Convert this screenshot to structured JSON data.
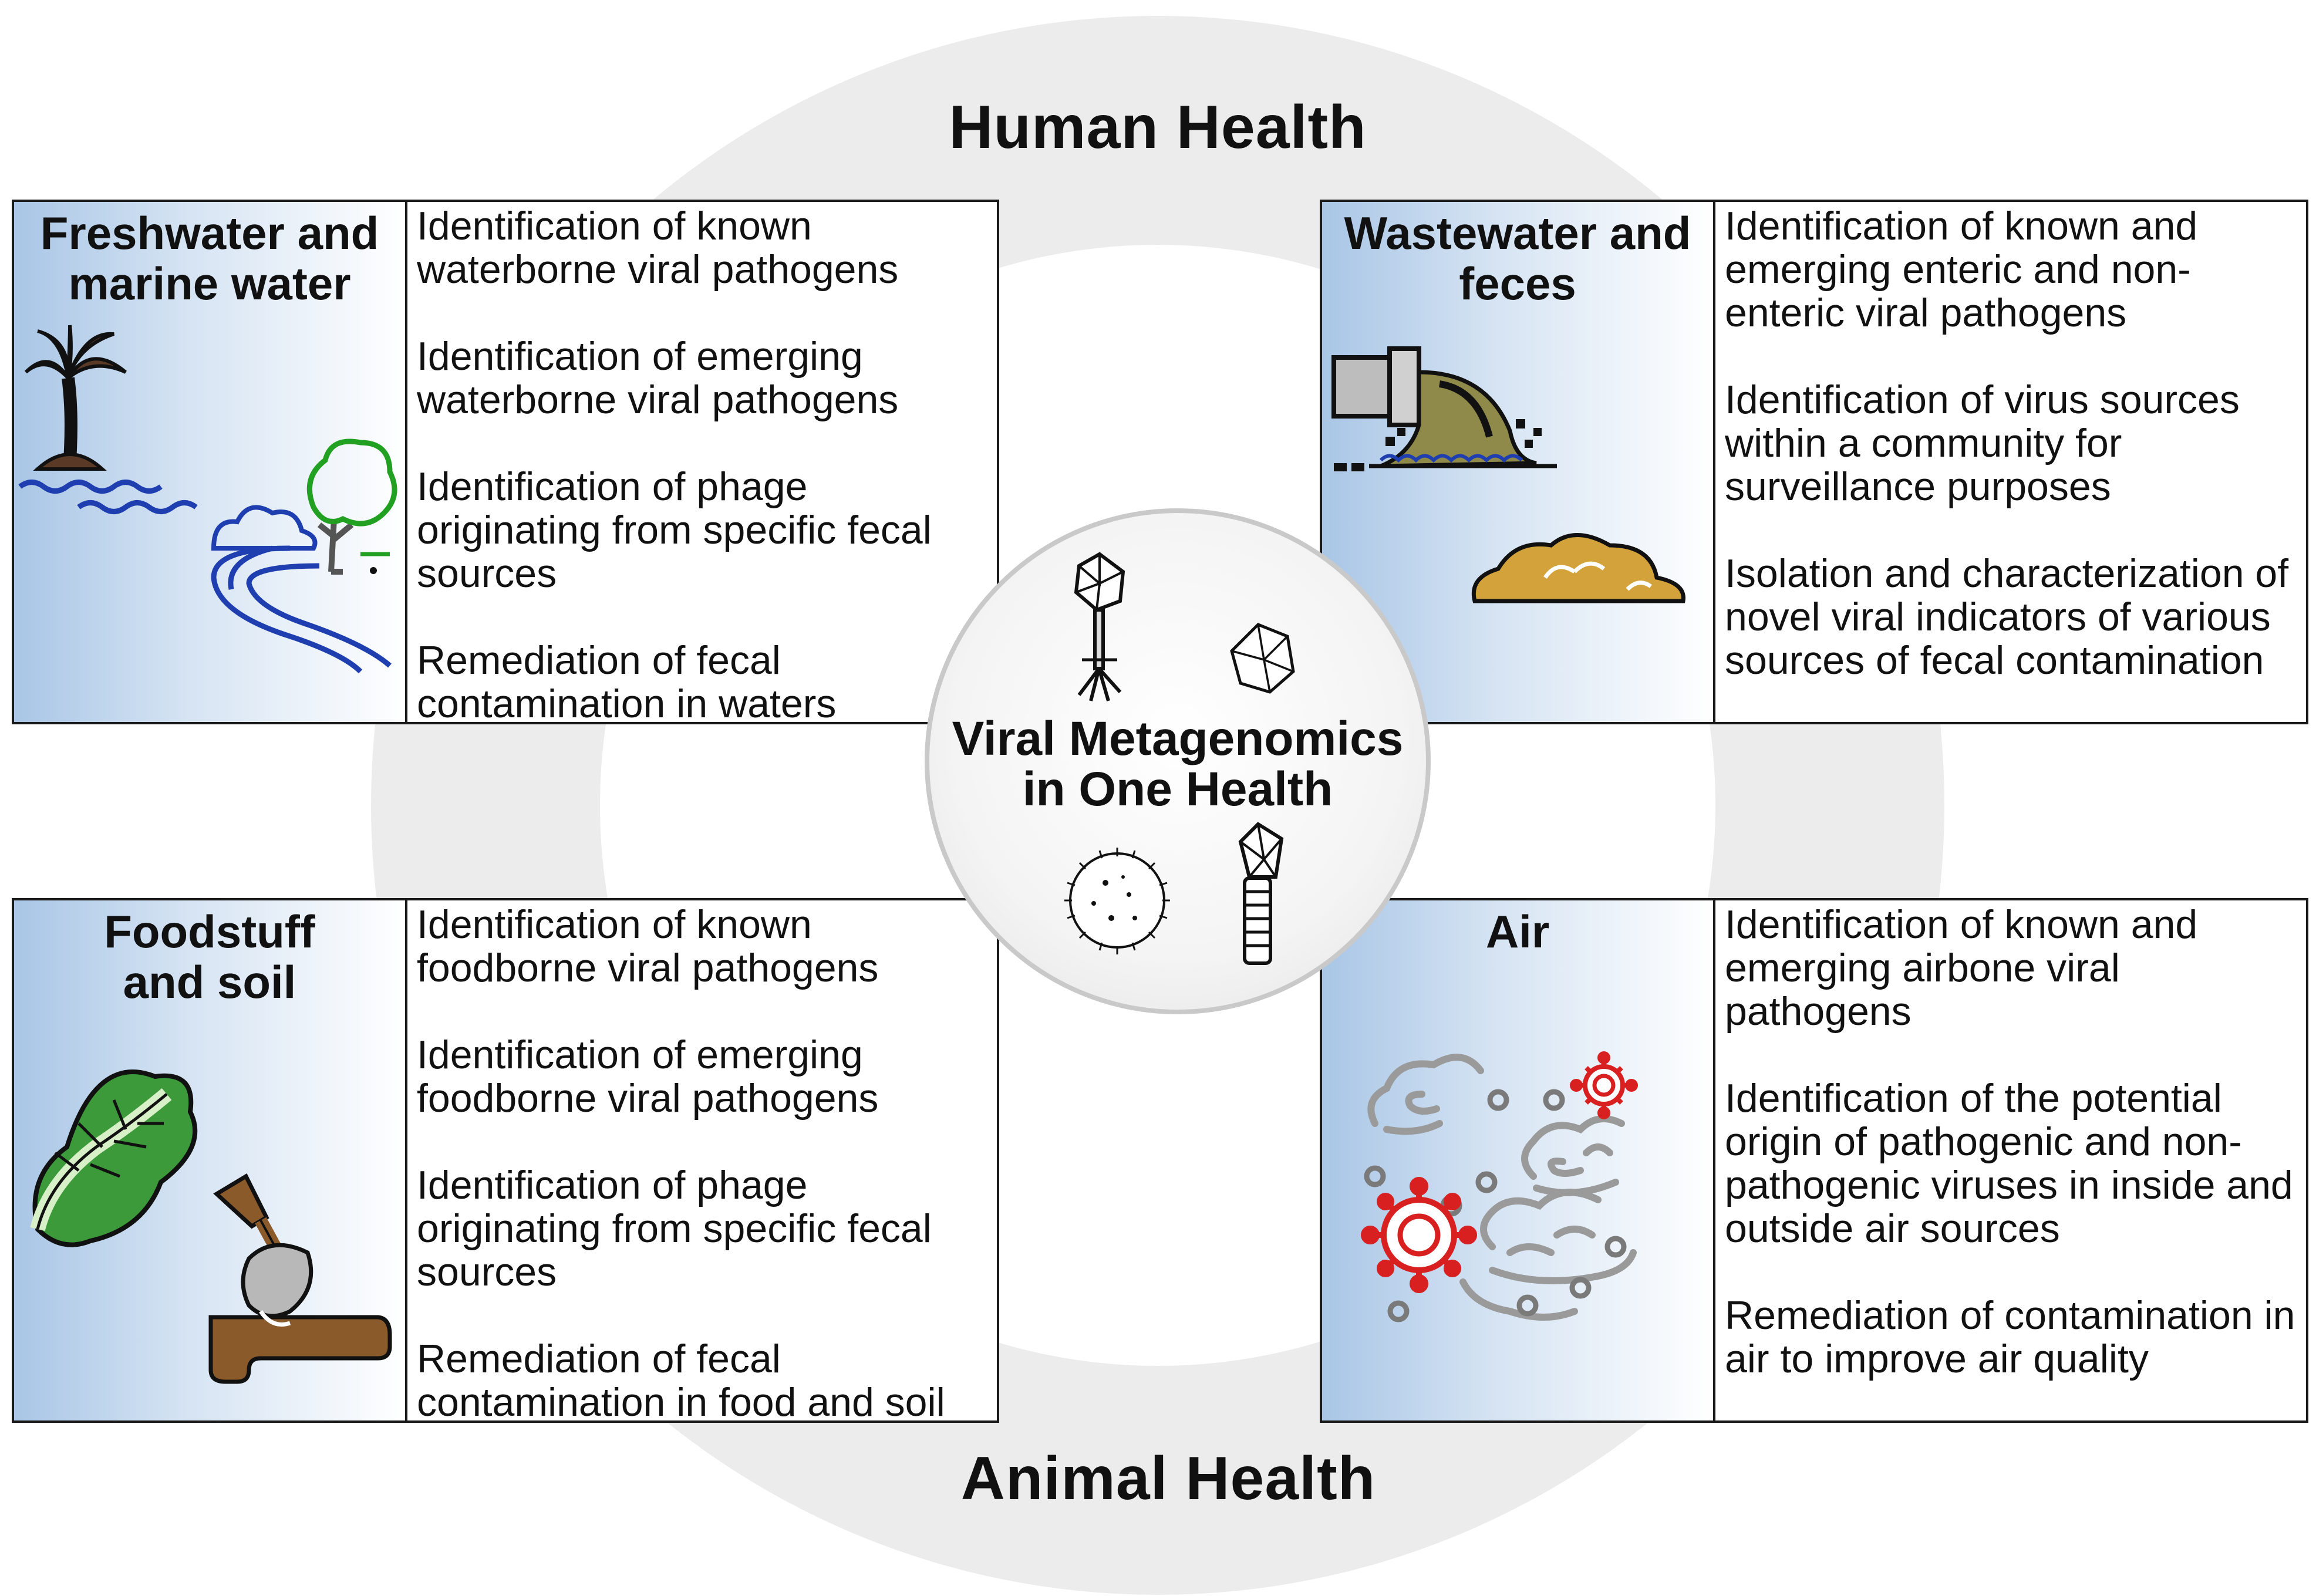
{
  "headings": {
    "top": "Human Health",
    "bottom": "Animal Health"
  },
  "center": {
    "line1": "Viral Metagenomics",
    "line2": "in One Health",
    "icons": [
      "bacteriophage-icon",
      "icosahedral-virus-icon",
      "spiky-virus-icon",
      "tailed-phage-icon"
    ]
  },
  "panels": {
    "fresh": {
      "title_line1": "Freshwater and",
      "title_line2": "marine water",
      "icon": "island-river-tree-icon",
      "items": [
        "Identification of known waterborne viral pathogens",
        "Identification of emerging waterborne viral pathogens",
        "Identification of phage originating from specific fecal sources",
        "Remediation of fecal contamination in waters"
      ]
    },
    "waste": {
      "title_line1": "Wastewater and",
      "title_line2": "feces",
      "icon": "sewage-pipe-feces-icon",
      "items": [
        "Identification of known and emerging enteric and non-enteric viral pathogens",
        "Identification of virus sources within a community for surveillance purposes",
        "Isolation and characterization of novel viral indicators of various sources of fecal contamination"
      ]
    },
    "food": {
      "title_line1": "Foodstuff",
      "title_line2": "and soil",
      "icon": "lettuce-shovel-soil-icon",
      "items": [
        "Identification of known foodborne viral pathogens",
        "Identification of emerging foodborne viral pathogens",
        "Identification of phage originating from specific fecal sources",
        "Remediation of fecal contamination in food and soil"
      ]
    },
    "air": {
      "title_line1": "Air",
      "title_line2": "",
      "icon": "clouds-airborne-virus-icon",
      "items": [
        "Identification of known and emerging airbone viral pathogens",
        "Identification of the potential origin of pathogenic and non-pathogenic viruses in inside and outside air sources",
        "Remediation of contamination in air to improve air quality"
      ]
    }
  },
  "colors": {
    "ring": "#e9e9e9",
    "panel_gradient": "#a9c6e6",
    "water": "#1f3fb0",
    "tree": "#22a022",
    "sewage": "#8f8a4a",
    "feces": "#d4a23a",
    "lettuce": "#3d9a3a",
    "soil": "#8b5a2b",
    "virus_red": "#d92020",
    "cloud": "#9a9a9a"
  }
}
